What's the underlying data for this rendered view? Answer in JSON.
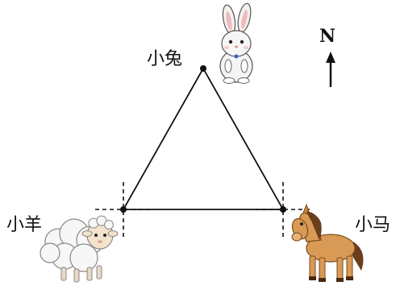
{
  "labels": {
    "rabbit": "小兔",
    "sheep": "小羊",
    "horse": "小马",
    "north": "N"
  },
  "icons": {
    "rabbit": "rabbit-icon",
    "sheep": "sheep-icon",
    "horse": "horse-icon",
    "north_arrow": "north-arrow-icon"
  }
}
